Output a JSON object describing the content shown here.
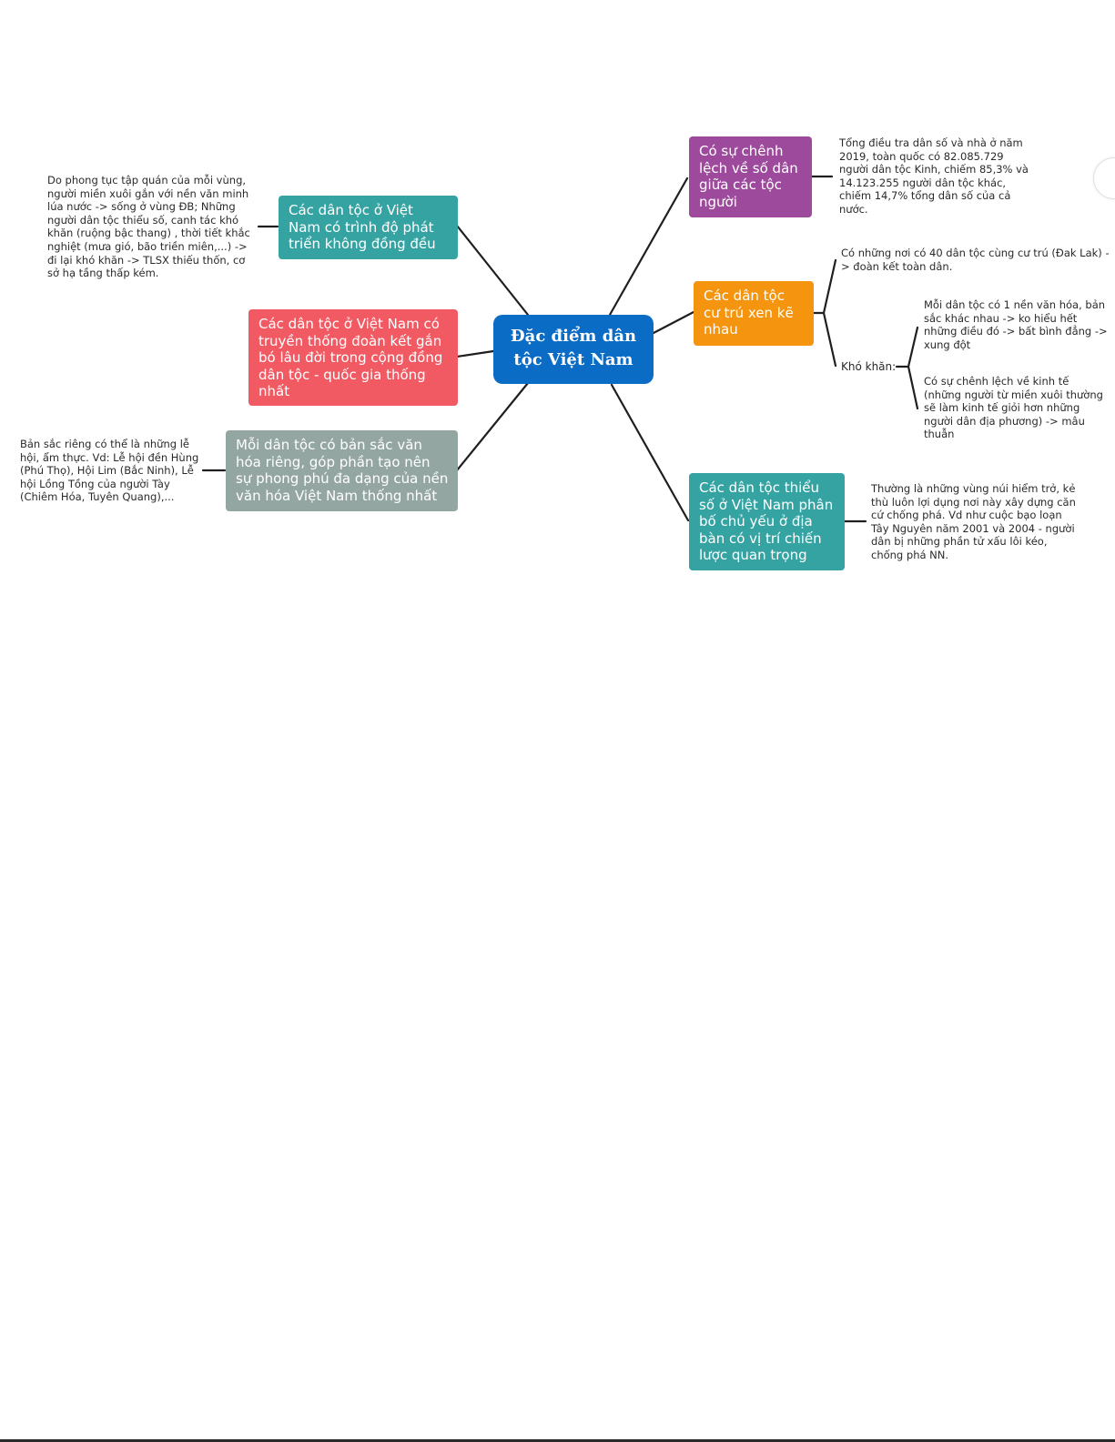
{
  "colors": {
    "central": "#0b6cc6",
    "teal": "#36a3a3",
    "red": "#f25a63",
    "gray": "#94a6a2",
    "purple": "#9d4a9c",
    "orange": "#f5940f"
  },
  "mindmap": {
    "central": "Đặc điểm dân tộc Việt Nam",
    "branches": {
      "development": {
        "label": "Các dân tộc ở Việt Nam có trình độ phát triển không đồng đều",
        "note": "Do phong tục tập quán của mỗi vùng, người miền xuôi gắn với nền văn minh lúa nước -> sống ở vùng ĐB; Những người dân tộc thiểu số, canh tác khó khăn (ruộng bậc thang) , thời tiết khắc nghiệt (mưa gió, bão triền miên,...) -> đi lại khó khăn -> TLSX thiếu thốn, cơ sở hạ tầng thấp kém."
      },
      "unity": {
        "label": "Các dân tộc ở Việt Nam có truyền thống đoàn kết gắn bó lâu đời trong cộng đồng dân tộc - quốc gia thống nhất"
      },
      "culture": {
        "label": "Mỗi dân tộc có bản sắc văn hóa riêng, góp phần tạo nên sự phong phú đa dạng của nền văn hóa Việt Nam thống nhất",
        "note": "Bản sắc riêng có thể là những lễ hội, ẩm thực. Vd: Lễ hội đền Hùng (Phú Thọ), Hội Lim (Bắc Ninh), Lễ hội Lồng Tồng của người Tày (Chiêm Hóa, Tuyên Quang),..."
      },
      "population": {
        "label": "Có sự chênh lệch về số dân giữa các tộc người",
        "note": "Tổng điều tra dân số và nhà ở năm 2019, toàn quốc có 82.085.729 người dân tộc Kinh, chiếm 85,3% và 14.123.255 người dân tộc khác, chiếm 14,7% tổng dân số của cả nước."
      },
      "residence": {
        "label": "Các dân tộc cư trú xen kẽ nhau",
        "note_top": "Có những nơi có 40 dân tộc cùng cư trú (Đak Lak) -> đoàn kết toàn dân.",
        "difficulty_label": "Khó khăn:",
        "difficulty_1": "Mỗi dân tộc có 1 nền văn hóa, bản sắc khác nhau -> ko hiểu hết những điều đó -> bất bình đẳng -> xung đột",
        "difficulty_2": "Có sự chênh lệch về kinh tế (những người từ miền xuôi thường sẽ làm kinh tế giỏi hơn những người dân địa phương) -> mâu thuẫn"
      },
      "strategic": {
        "label": "Các dân tộc thiểu số ở Việt Nam phân bố chủ yếu ở địa bàn có vị trí chiến lược quan trọng",
        "note": "Thường là những vùng núi hiểm trở, kẻ thù luôn lợi dụng nơi này xây dựng căn cứ chống phá. Vd như cuộc bạo loạn Tây Nguyên năm 2001 và 2004 - người dân bị những phần tử xấu lôi kéo, chống phá NN."
      }
    }
  }
}
